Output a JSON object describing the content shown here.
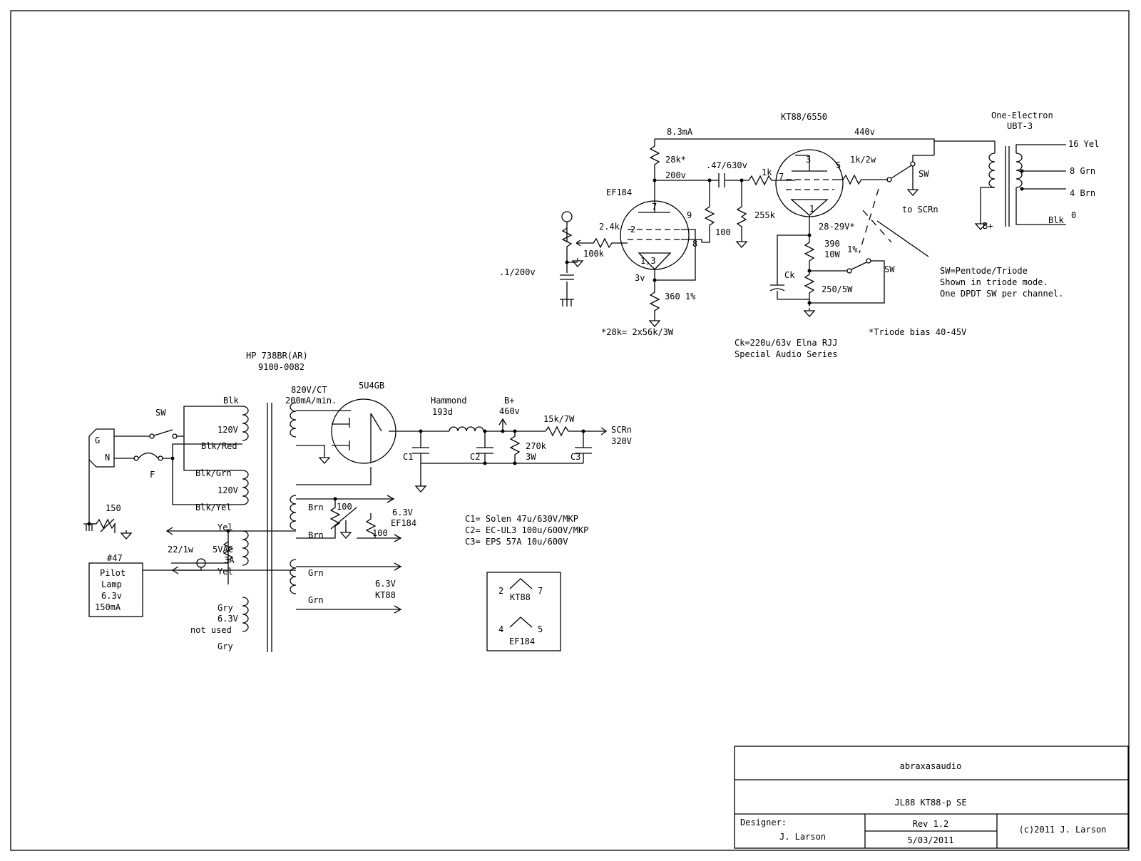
{
  "power_tube": {
    "name": "KT88/6550",
    "pins": {
      "grid": "7",
      "plate": "3",
      "screen": "5",
      "cathode": "1"
    }
  },
  "driver_tube": {
    "name": "EF184",
    "pins": {
      "top": "7",
      "g1": "2",
      "g3": "9",
      "screen": "8",
      "cathode": "1,3"
    }
  },
  "output_transformer": {
    "name": "One-Electron",
    "model": "UBT-3",
    "taps": [
      "16 Yel",
      "8 Grn",
      "4 Brn",
      "Blk",
      "0"
    ],
    "bplus": "B+"
  },
  "amp_labels": {
    "current": "8.3mA",
    "b_plus_volts": "440v",
    "r_plate_load": "28k*",
    "v_plate": "200v",
    "c_coupling": ".47/630v",
    "r_grid_stopper": "1k",
    "r_screen": "1k/2w",
    "sw": "SW",
    "to_scrn": "to SCRn",
    "r_input_stopper": "2.4k",
    "pot": "100k",
    "r_grid_leak": "255k",
    "r_screen_feed": "100",
    "c_input": ".1/200v",
    "v_cathode": "3v",
    "r_cathode": "360 1%",
    "v_bias": "28-29V*",
    "r_cath_power1": "390",
    "r_cath_power1_w": "10W",
    "r_sw": "1%",
    "ck": "Ck",
    "r_cath_power2": "250/5W",
    "sw2": "SW",
    "sw_note": [
      "SW=Pentode/Triode",
      "Shown in triode mode.",
      "One DPDT SW per channel."
    ],
    "note_28k": "*28k= 2x56k/3W",
    "ck_note": [
      "Ck=220u/63v Elna RJJ",
      "Special Audio Series"
    ],
    "triode_bias": "*Triode bias 40-45V"
  },
  "power_supply": {
    "pt_name": "HP 738BR(AR)",
    "pt_part": "9100-0082",
    "ht_winding": [
      "820V/CT",
      "200mA/min."
    ],
    "rectifier": "5U4GB",
    "choke": [
      "Hammond",
      "193d"
    ],
    "bplus": [
      "B+",
      "460v"
    ],
    "r_bleeder": [
      "270k",
      "3W"
    ],
    "r_drop": "15k/7W",
    "scrn": [
      "SCRn",
      "320V"
    ],
    "c1": "C1",
    "c2": "C2",
    "c3": "C3",
    "sw": "SW",
    "fuse": "F",
    "ground": "G",
    "neutral": "N",
    "thermistor": "150",
    "primary_leads": [
      "Blk",
      "120V",
      "Blk/Red",
      "Blk/Grn",
      "120V",
      "Blk/Yel"
    ],
    "heater_ef": {
      "brn1": "Brn",
      "brn2": "Brn",
      "r1": "100",
      "r2": "100",
      "out": [
        "6.3V",
        "EF184"
      ]
    },
    "heater_5v": {
      "yel1": "Yel",
      "res": "22/1w",
      "spec": [
        "5VAC",
        "3A"
      ],
      "yel2": "Yel"
    },
    "heater_kt": {
      "grn1": "Grn",
      "grn2": "Grn",
      "out": [
        "6.3V",
        "KT88"
      ]
    },
    "unused": {
      "gry1": "Gry",
      "spec": [
        "6.3V",
        "not used"
      ],
      "gry2": "Gry"
    },
    "pilot": {
      "num": "#47",
      "lines": [
        "Pilot",
        "Lamp",
        "6.3v",
        "150mA"
      ]
    },
    "cap_notes": [
      "C1= Solen 47u/630V/MKP",
      "C2= EC-UL3 100u/600V/MKP",
      "C3= EPS 57A 10u/600V"
    ]
  },
  "pinout_box": {
    "kt88": {
      "left": "2",
      "right": "7",
      "name": "KT88"
    },
    "ef184": {
      "left": "4",
      "right": "5",
      "name": "EF184"
    }
  },
  "title_block": {
    "company": "abraxasaudio",
    "title": "JL88 KT88-p SE",
    "designer_label": "Designer:",
    "designer": "J. Larson",
    "rev": "Rev 1.2",
    "date": "5/03/2011",
    "copyright": "(c)2011 J. Larson"
  }
}
